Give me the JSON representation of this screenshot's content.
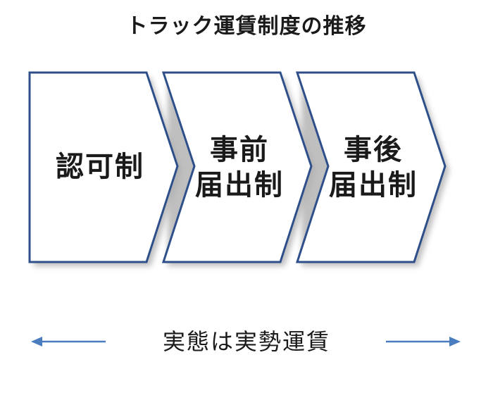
{
  "title": "トラック運賃制度の推移",
  "stages": [
    {
      "lines": [
        "認可制"
      ]
    },
    {
      "lines": [
        "事前",
        "届出制"
      ]
    },
    {
      "lines": [
        "事後",
        "届出制"
      ]
    }
  ],
  "footer": {
    "caption": "実態は実勢運賃"
  },
  "colors": {
    "outline": "#2f4f8a",
    "arrow": "#4a7cc0",
    "shadow": "#b0b0b0"
  }
}
